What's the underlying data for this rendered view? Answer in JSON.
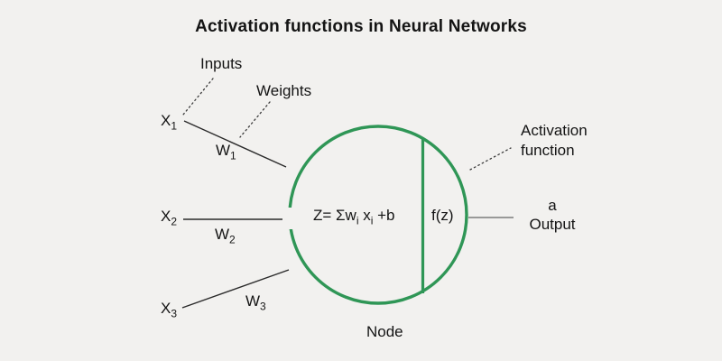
{
  "title": "Activation functions in Neural Networks",
  "colors": {
    "background": "#f2f1ef",
    "node_green": "#2f9656",
    "input_line_black": "#2a2a2a",
    "output_line_gray": "#8c8c8c",
    "text": "#141414"
  },
  "annotations": {
    "inputs": "Inputs",
    "weights": "Weights",
    "activation_line1": "Activation",
    "activation_line2": "function",
    "node": "Node",
    "output_value": "a",
    "output_label": "Output"
  },
  "inputs": [
    {
      "base": "X",
      "sub": "1"
    },
    {
      "base": "X",
      "sub": "2"
    },
    {
      "base": "X",
      "sub": "3"
    }
  ],
  "weights": [
    {
      "base": "W",
      "sub": "1"
    },
    {
      "base": "W",
      "sub": "2"
    },
    {
      "base": "W",
      "sub": "3"
    }
  ],
  "node": {
    "formula": {
      "p1": "Z= Σw",
      "s1": "i",
      "p2": " x",
      "s2": "i",
      "p3": " +b"
    },
    "activation": "f(z)"
  }
}
